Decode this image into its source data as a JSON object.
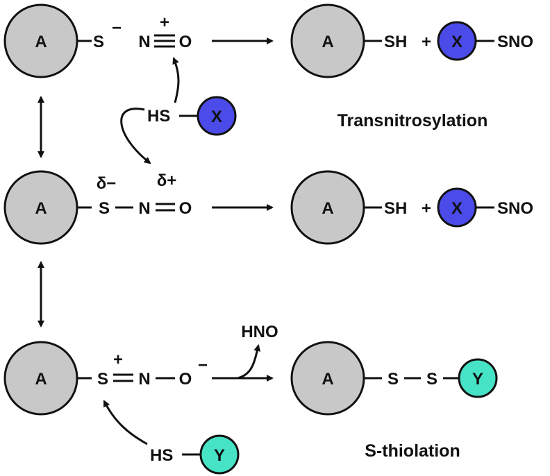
{
  "colors": {
    "protein_A": "#c8c8c8",
    "thiol_X": "#4b4bea",
    "thiol_Y": "#46e3c7",
    "line": "#111111"
  },
  "labels": {
    "protein": "A",
    "thiol_x": "X",
    "thiol_y": "Y",
    "S": "S",
    "N": "N",
    "O": "O",
    "HS": "HS",
    "SH": "SH",
    "SNO": "SNO",
    "plus": "+",
    "minus": "−",
    "delta_minus": "δ−",
    "delta_plus": "δ+",
    "HNO": "HNO"
  },
  "captions": {
    "transnitrosylation": "Transnitrosylation",
    "s_thiolation": "S-thiolation"
  }
}
